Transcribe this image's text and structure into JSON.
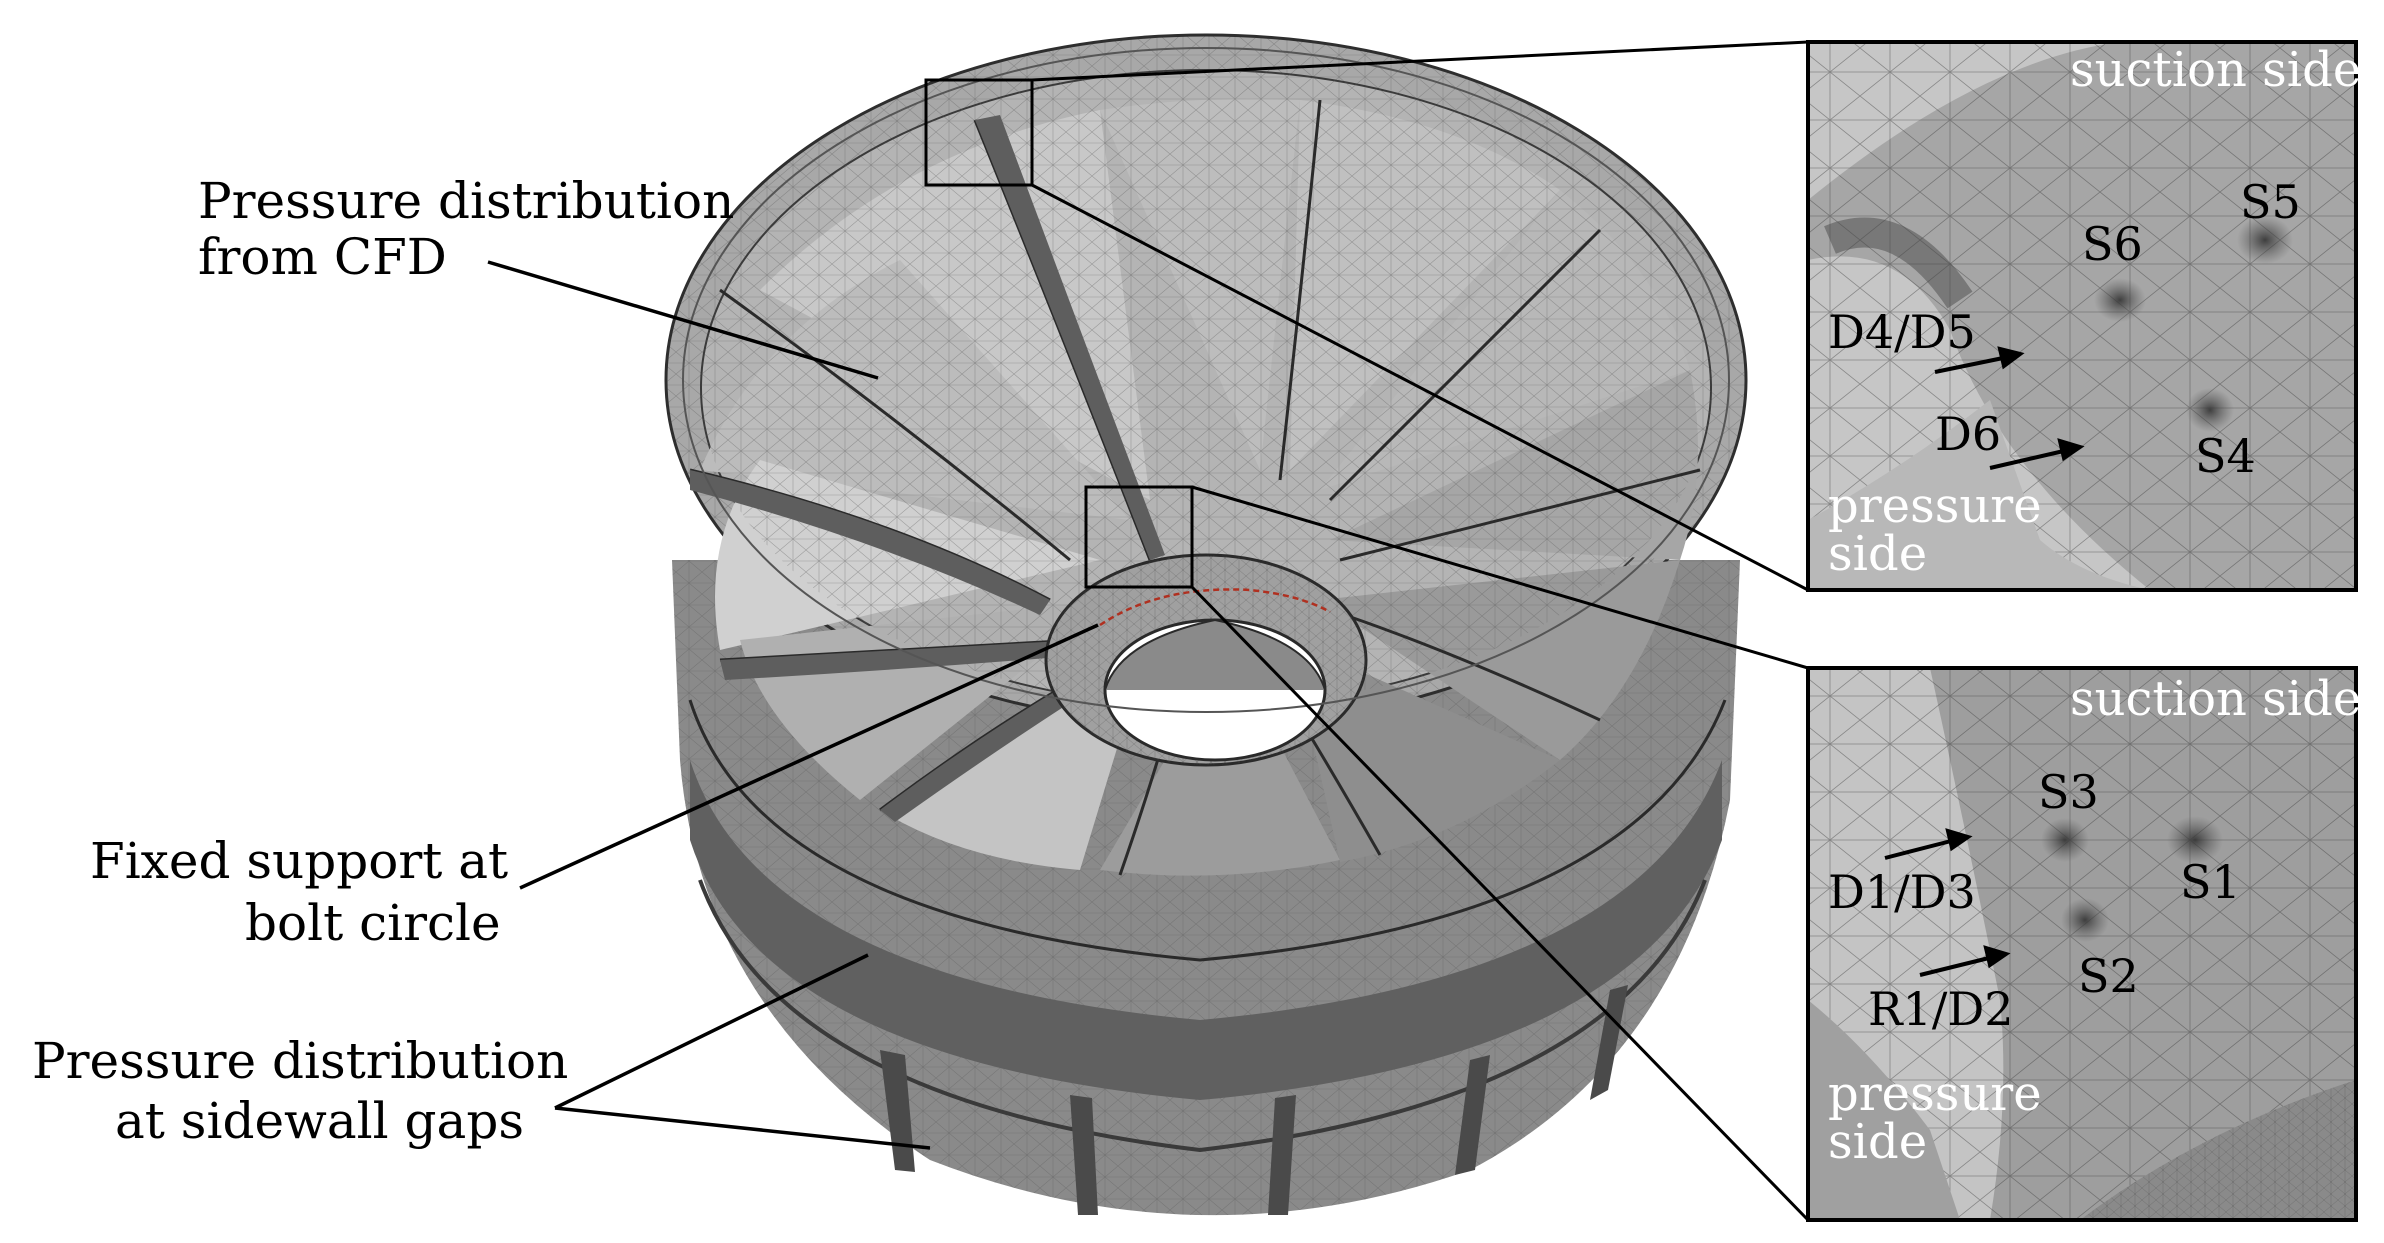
{
  "annotations": {
    "cfd_line1": "Pressure distribution",
    "cfd_line2": "from CFD",
    "support_line1": "Fixed support at",
    "support_line2": "bolt circle",
    "sidewall_line1": "Pressure distribution",
    "sidewall_line2": "at sidewall gaps"
  },
  "inset_top": {
    "suction": "suction side",
    "pressure1": "pressure",
    "pressure2": "side",
    "points": [
      "S5",
      "S6",
      "S4"
    ],
    "arrows": [
      "D4/D5",
      "D6"
    ]
  },
  "inset_bottom": {
    "suction": "suction side",
    "pressure1": "pressure",
    "pressure2": "side",
    "points": [
      "S3",
      "S1",
      "S2"
    ],
    "arrows": [
      "D1/D3",
      "R1/D2"
    ]
  },
  "colors": {
    "mesh_light": "#c4c4c4",
    "mesh_mid": "#9a9a9a",
    "mesh_dark": "#6e6e6e",
    "bolt_circle": "#b03020"
  }
}
